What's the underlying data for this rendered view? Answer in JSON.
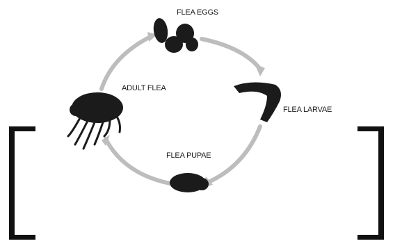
{
  "diagram": {
    "stages": {
      "eggs": "FLEA EGGS",
      "adult": "ADULT FLEA",
      "larvae": "FLEA LARVAE",
      "pupae": "FLEA PUPAE"
    }
  },
  "colors": {
    "organism": "#1b1b1b",
    "cycle_arrow": "#bdbdbd",
    "bracket": "#111111"
  }
}
